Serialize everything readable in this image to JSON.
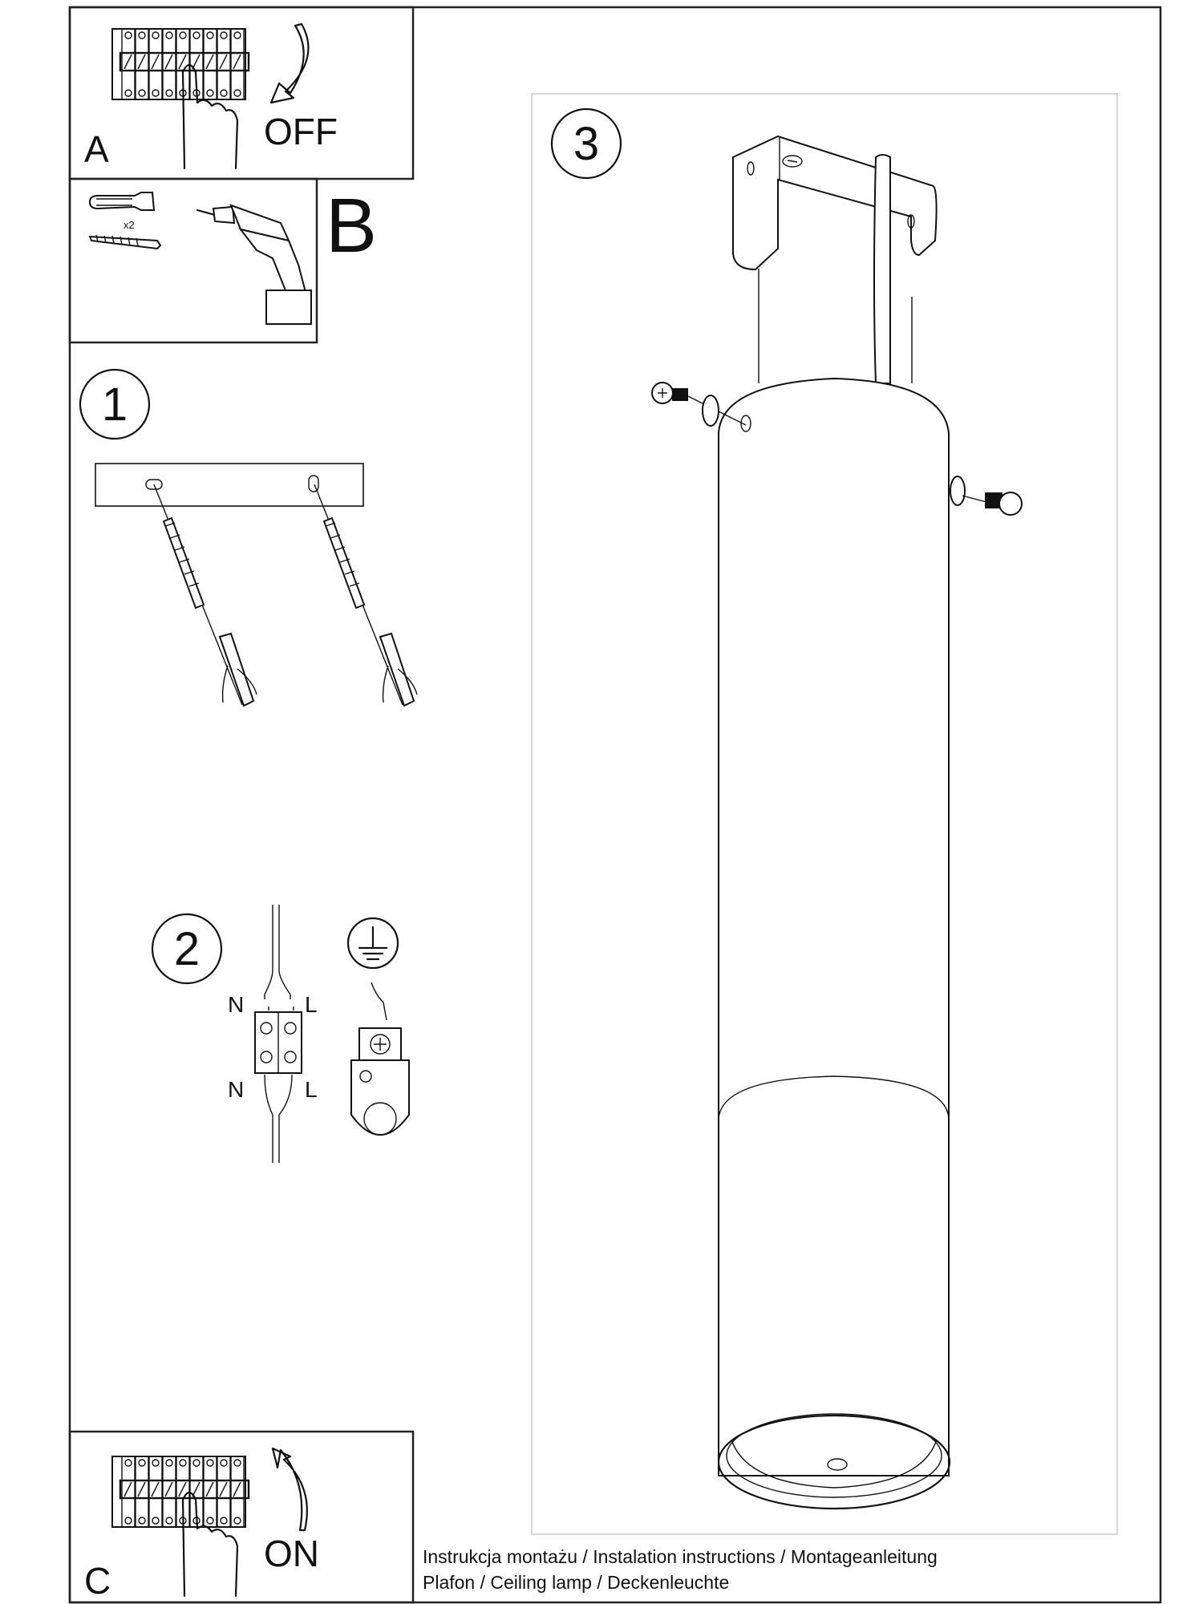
{
  "panels": {
    "a": {
      "letter": "A",
      "action": "OFF"
    },
    "b": {
      "letter": "B",
      "quantity": "x2"
    },
    "c": {
      "letter": "C",
      "action": "ON"
    }
  },
  "steps": {
    "one": "1",
    "two": "2",
    "three": "3"
  },
  "wiring": {
    "neutral_top": "N",
    "live_top": "L",
    "neutral_bottom": "N",
    "live_bottom": "L",
    "ground_icon": "earth-ground-icon"
  },
  "footer": {
    "line1": "Instrukcja montażu / Instalation instructions / Montageanleitung",
    "line2": "Plafon / Ceiling lamp / Deckenleuchte"
  },
  "colors": {
    "ink": "#111111",
    "paper": "#ffffff",
    "inner_frame": "#c8c8c8"
  }
}
